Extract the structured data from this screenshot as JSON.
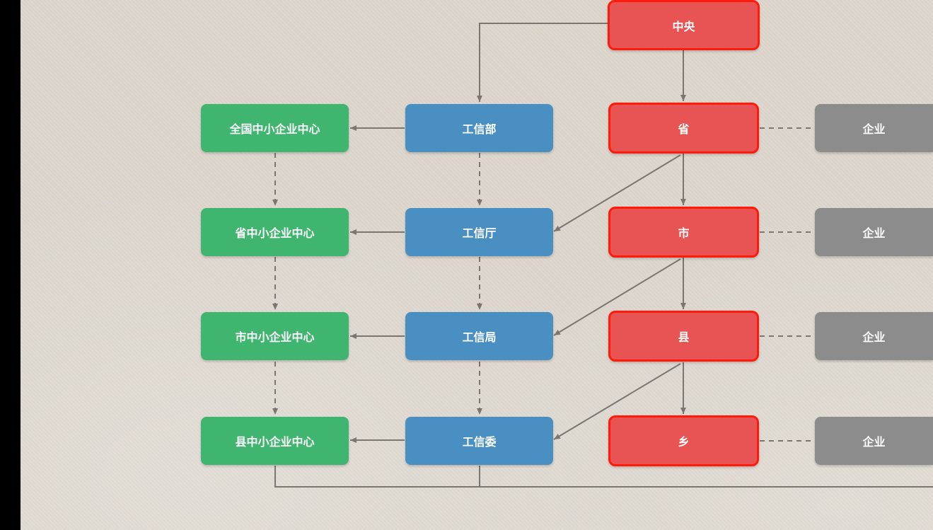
{
  "colors": {
    "green": "#3fb56f",
    "blue": "#4a8fc2",
    "red": "#e85454",
    "red_border": "#ff1a0a",
    "gray": "#8c8c8c",
    "connector": "#7a7670"
  },
  "centers": [
    "全国中小企业中心",
    "省中小企业中心",
    "市中小企业中心",
    "县中小企业中心"
  ],
  "departments": [
    "工信部",
    "工信厅",
    "工信局",
    "工信委"
  ],
  "government": [
    "中央",
    "省",
    "市",
    "县",
    "乡"
  ],
  "enterprises": [
    "企业",
    "企业",
    "企业",
    "企业"
  ]
}
